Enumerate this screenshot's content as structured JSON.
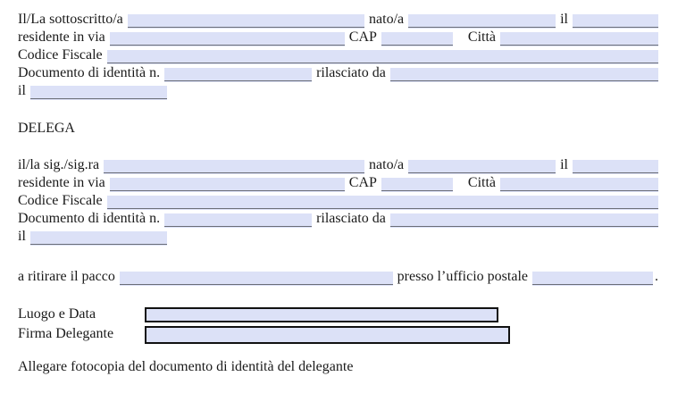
{
  "heading": "DELEGA",
  "declarant": {
    "intro": "Il/La sottoscritto/a",
    "nato": "nato/a",
    "il": "il",
    "residente": "residente in via",
    "cap": "CAP",
    "citta": "Città",
    "codice_fiscale": "Codice Fiscale",
    "documento": "Documento di identità n.",
    "rilasciato": "rilasciato da",
    "il_data": "il"
  },
  "delegate": {
    "intro": "il/la sig./sig.ra",
    "nato": "nato/a",
    "il": "il",
    "residente": "residente in via",
    "cap": "CAP",
    "citta": "Città",
    "codice_fiscale": "Codice Fiscale",
    "documento": "Documento di identità n.",
    "rilasciato": "rilasciato da",
    "il_data": "il"
  },
  "pickup": {
    "label": "a ritirare il pacco",
    "presso": "presso l’ufficio postale",
    "period": "."
  },
  "signature": {
    "luogo": "Luogo e Data",
    "firma": "Firma Delegante"
  },
  "footer": "Allegare fotocopia del documento di identità del delegante",
  "colors": {
    "field_fill": "#dce1f7",
    "underline": "#6b6e78",
    "box_border": "#111111",
    "text": "#1a1a1a"
  }
}
